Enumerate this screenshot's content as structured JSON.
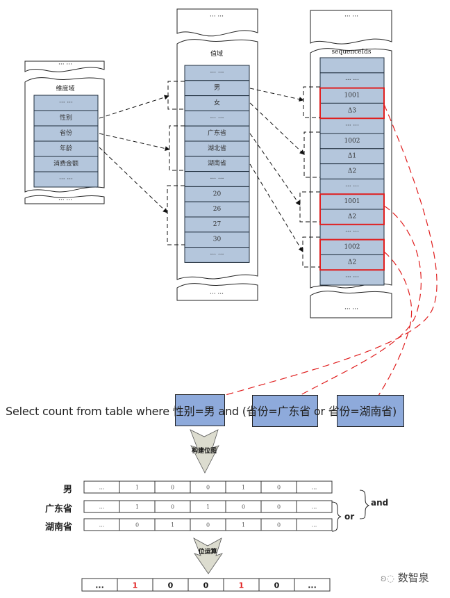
{
  "columns": {
    "dimension": {
      "title": "维度域",
      "top_ellipsis": "··· ···",
      "bottom_ellipsis": "··· ···",
      "cells": [
        "··· ···",
        "性别",
        "省份",
        "年龄",
        "消费金额",
        "··· ···"
      ]
    },
    "value": {
      "title": "值域",
      "top_ellipsis": "··· ···",
      "bottom_ellipsis": "··· ···",
      "cells": [
        "··· ···",
        "男",
        "女",
        "··· ···",
        "广东省",
        "湖北省",
        "湖南省",
        "··· ···",
        "20",
        "26",
        "27",
        "30",
        "··· ···"
      ]
    },
    "sequence": {
      "title": "sequenceIds",
      "top_ellipsis": "··· ···",
      "bottom_ellipsis": "··· ···",
      "cells": [
        "",
        "··· ···",
        "1001",
        "Δ3",
        "··· ···",
        "1002",
        "Δ1",
        "Δ2",
        "··· ···",
        "1001",
        "Δ2",
        "··· ···",
        "1002",
        "Δ2",
        "··· ···"
      ],
      "highlighted_groups": [
        [
          2,
          3
        ],
        [
          9,
          10
        ],
        [
          12,
          13
        ]
      ]
    }
  },
  "query": {
    "prefix": "Select count from table where ",
    "cond1": "性别=男",
    "and_text": " and (",
    "cond2": "省份=广东省",
    "or_text": " or ",
    "cond3": "省份=湖南省",
    "suffix": ")"
  },
  "steps": {
    "build_bitmap": "构建位图",
    "bit_operation": "位运算"
  },
  "bitmaps": [
    {
      "label": "男",
      "bits": [
        "...",
        "1",
        "0",
        "0",
        "1",
        "0",
        "..."
      ]
    },
    {
      "label": "广东省",
      "bits": [
        "...",
        "1",
        "0",
        "1",
        "0",
        "0",
        "..."
      ]
    },
    {
      "label": "湖南省",
      "bits": [
        "...",
        "0",
        "1",
        "0",
        "1",
        "0",
        "..."
      ]
    }
  ],
  "logic": {
    "or": "or",
    "and": "and"
  },
  "result": {
    "bits": [
      "...",
      "1",
      "0",
      "0",
      "1",
      "0",
      "..."
    ],
    "highlight_bits": [
      1,
      4
    ]
  },
  "colors": {
    "cell_fill": "#b4c6dc",
    "query_box": "#8eaadb",
    "highlight": "#e01e1e",
    "arrow_fill": "#dcdccf"
  },
  "watermark": "数智泉"
}
